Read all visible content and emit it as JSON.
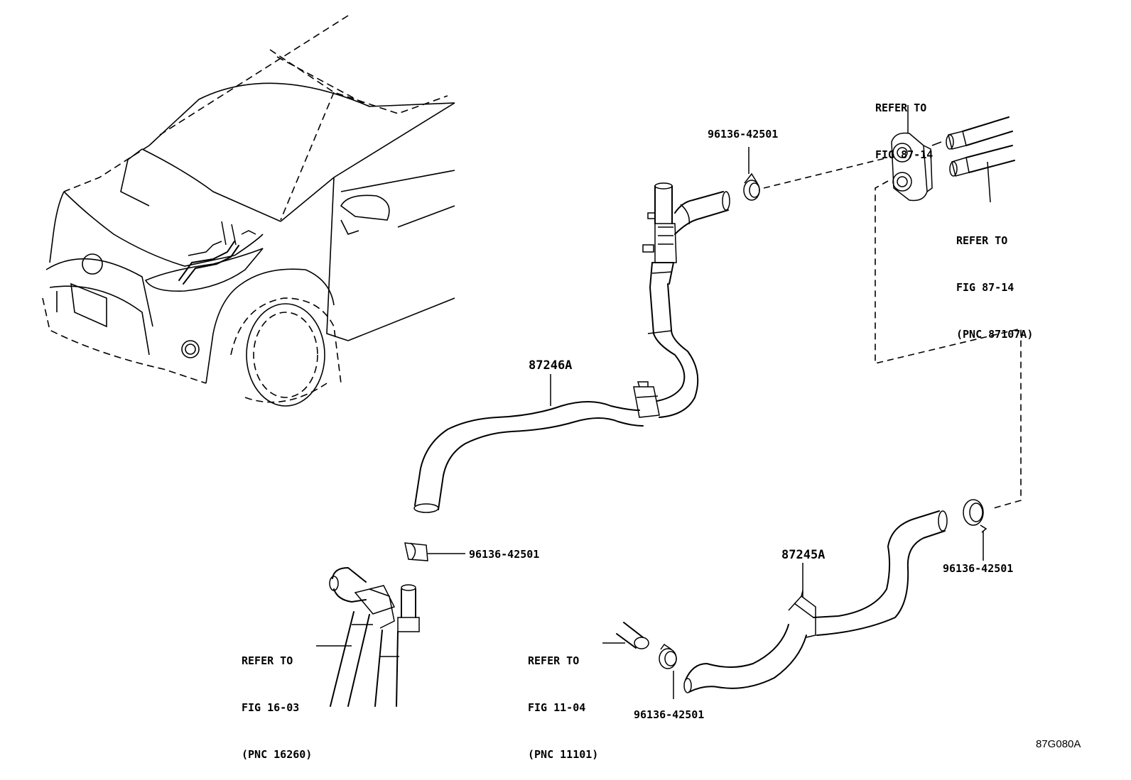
{
  "labels": {
    "refer_87_14_top": {
      "line1": "REFER TO",
      "line2": "FIG 87-14"
    },
    "refer_87_14_pnc": {
      "line1": "REFER TO",
      "line2": "FIG 87-14",
      "line3": "(PNC 87107A)"
    },
    "refer_16_03": {
      "line1": "REFER TO",
      "line2": "FIG 16-03",
      "line3": "(PNC 16260)"
    },
    "refer_11_04": {
      "line1": "REFER TO",
      "line2": "FIG 11-04",
      "line3": "(PNC 11101)"
    }
  },
  "parts": {
    "hose_upper": "87246A",
    "hose_lower": "87245A",
    "clamp_top": "96136-42501",
    "clamp_left": "96136-42501",
    "clamp_right": "96136-42501",
    "clamp_bottom": "96136-42501"
  },
  "figure_id": "87G080A"
}
